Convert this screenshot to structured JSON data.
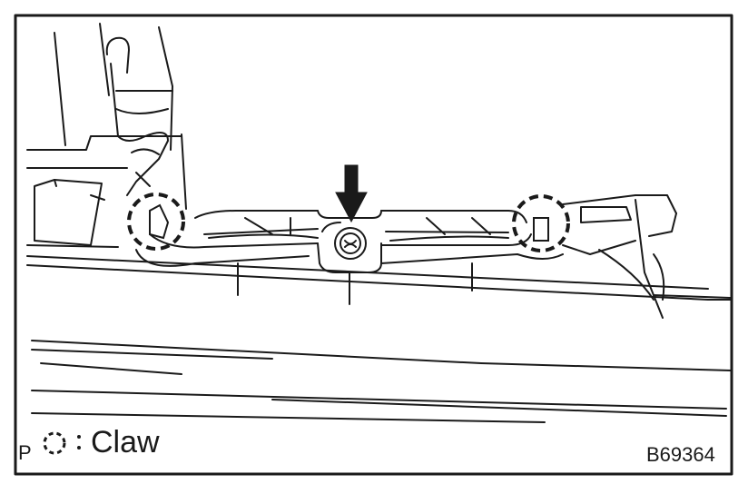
{
  "legend": {
    "prefix": "P",
    "separator": ":",
    "label": "Claw"
  },
  "figure_code": "B69364",
  "colors": {
    "ink": "#1a1a1a",
    "background": "#ffffff"
  },
  "icons": [
    "claw-marker-icon",
    "screw-icon",
    "arrow-down-icon"
  ]
}
